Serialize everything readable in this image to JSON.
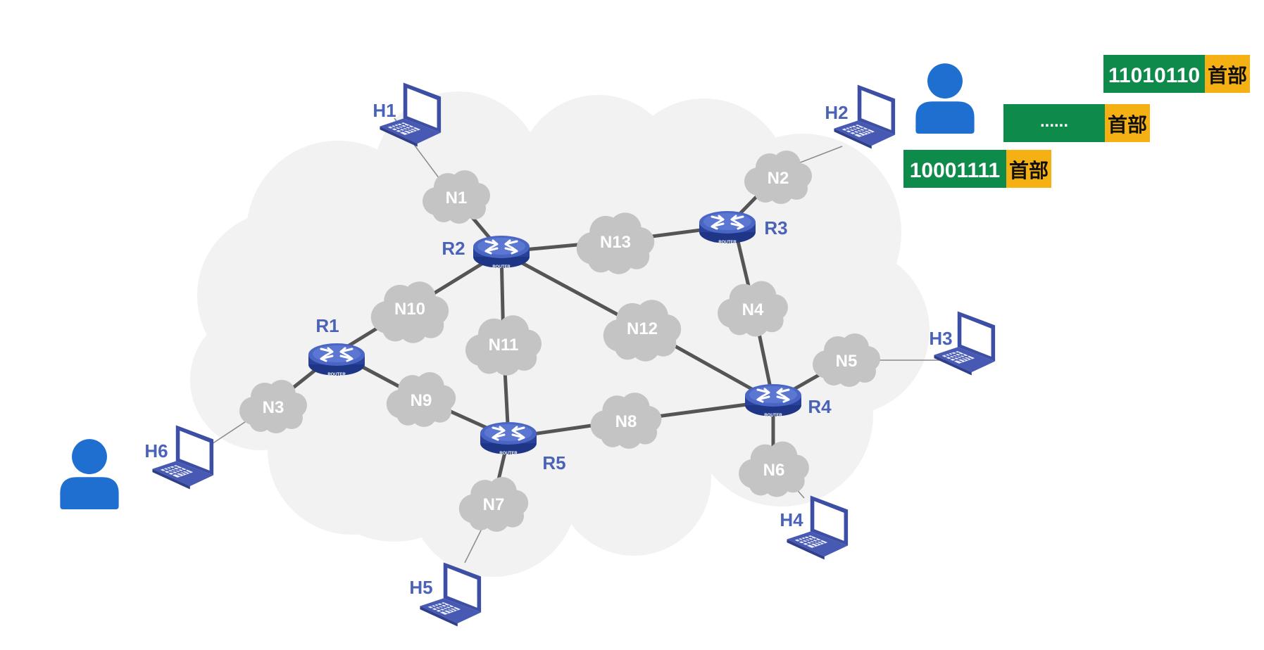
{
  "networks": [
    "N1",
    "N2",
    "N3",
    "N4",
    "N5",
    "N6",
    "N7",
    "N8",
    "N9",
    "N10",
    "N11",
    "N12",
    "N13"
  ],
  "routers": [
    "R1",
    "R2",
    "R3",
    "R4",
    "R5"
  ],
  "hosts": [
    "H1",
    "H2",
    "H3",
    "H4",
    "H5",
    "H6"
  ],
  "router_badge": "ROUTER",
  "packets": [
    {
      "payload": "11010110",
      "header": "首部"
    },
    {
      "payload": "......",
      "header": "首部"
    },
    {
      "payload": "10001111",
      "header": "首部"
    }
  ],
  "users": [
    "sender-user",
    "receiver-user"
  ],
  "colors": {
    "payload": "#0e8a4b",
    "header": "#f5b014",
    "user": "#1f6fd1",
    "router": "#3b55b0",
    "host": "#4254a8",
    "net_cloud": "#c2c2c2",
    "link": "#555555",
    "backdrop": "#f2f2f2"
  },
  "icons": {
    "user": "person-icon",
    "router": "router-icon",
    "host": "laptop-icon",
    "network": "cloud-icon"
  }
}
